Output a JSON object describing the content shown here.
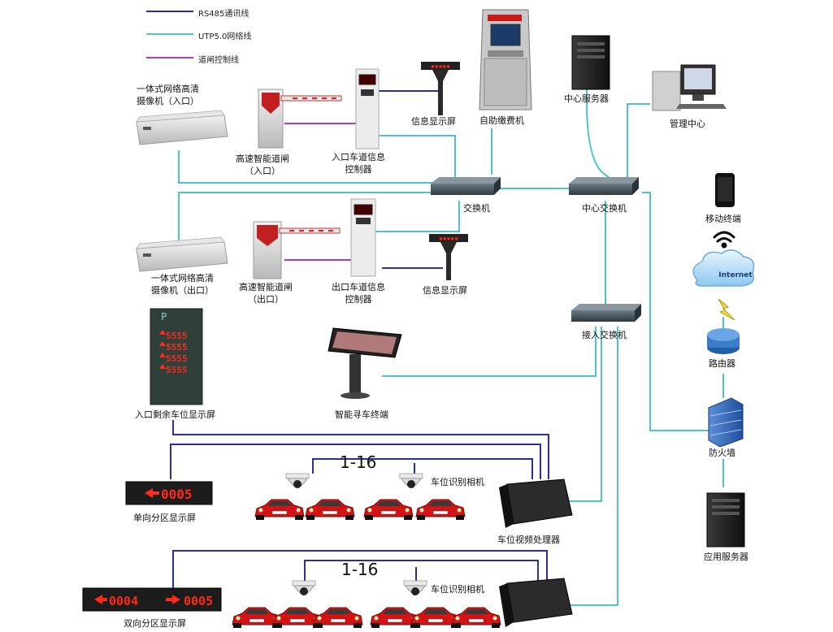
{
  "legend": [
    {
      "label": "RS485通讯线",
      "color": "#2b2f9e"
    },
    {
      "label": "UTP5.0网络线",
      "color": "#4fc3c8"
    },
    {
      "label": "道闸控制线",
      "color": "#b03ab8"
    }
  ],
  "labels": {
    "cam_in": "一体式网络高清\n摄像机（入口）",
    "gate_in": "高速智能道闸\n（入口）",
    "ctrl_in": "入口车道信息\n控制器",
    "info_in": "信息显示屏",
    "kiosk": "自助缴费机",
    "server": "中心服务器",
    "mgmt": "管理中心",
    "switch": "交换机",
    "center_switch": "中心交换机",
    "mobile": "移动终端",
    "internet": "Internet",
    "cam_out": "一体式网络高清\n摄像机（出口）",
    "gate_out": "高速智能道闸\n（出口）",
    "ctrl_out": "出口车道信息\n控制器",
    "info_out": "信息显示屏",
    "access_switch": "接入交换机",
    "router": "路由器",
    "remain": "入口剩余车位显示屏",
    "finder": "智能寻车终端",
    "firewall": "防火墙",
    "range1": "1-16",
    "cam_rec1": "车位识别相机",
    "single": "单向分区显示屏",
    "processor": "车位视频处理器",
    "app_server": "应用服务器",
    "range2": "1-16",
    "cam_rec2": "车位识别相机",
    "double": "双向分区显示屏"
  },
  "displays": {
    "single_value": "0005",
    "double_left": "0004",
    "double_right": "0005",
    "remain_rows": [
      "5555",
      "5555",
      "5555",
      "5555"
    ]
  }
}
